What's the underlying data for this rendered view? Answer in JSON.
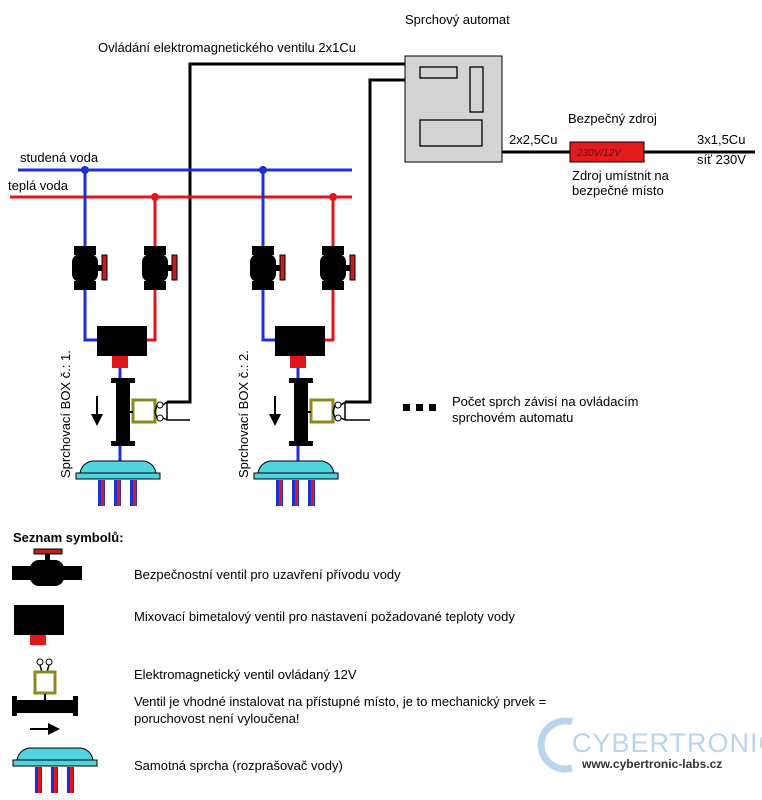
{
  "automat": {
    "title": "Sprchový automat",
    "control_cable": "Ovládání elektromagnetického ventilu 2x1Cu"
  },
  "pipes": {
    "cold_label": "studená voda",
    "hot_label": "teplá voda"
  },
  "power": {
    "title": "Bezpečný zdroj",
    "psu_text": "230V/12V",
    "cable_in": "2x2,5Cu",
    "cable_out": "3x1,5Cu",
    "mains": "síť 230V",
    "note_line1": "Zdroj umístnit na",
    "note_line2": "bezpečné místo"
  },
  "boxes": [
    {
      "label": "Sprchovací BOX č.: 1."
    },
    {
      "label": "Sprchovací BOX č.: 2."
    }
  ],
  "more_note": {
    "line1": "Počet sprch závisí na ovládacím",
    "line2": "sprchovém automatu"
  },
  "legend": {
    "title": "Seznam symbolů:",
    "safety_valve": "Bezpečnostní ventil pro uzavření přívodu vody",
    "mix_valve": "Mixovací bimetalový ventil pro nastavení požadované teploty vody",
    "em_valve": "Elektromagnetický ventil ovládaný 12V",
    "em_note_line1": "Ventil je vhodné instalovat na přístupné místo, je to mechanický prvek =",
    "em_note_line2": "poruchovost není vyloučena!",
    "shower": "Samotná sprcha (rozprašovač vody)"
  },
  "logo": {
    "text": "CYBERTRONIC",
    "url": "www.cybertronic-labs.cz"
  },
  "colors": {
    "cold": "#1f2fd6",
    "hot": "#e0161b",
    "cable": "#000000",
    "automat_fill": "#d4d4d4",
    "psu_fill": "#e41b1b",
    "em_coil": "#8a8a1e",
    "shower_head": "#52d4e0"
  }
}
